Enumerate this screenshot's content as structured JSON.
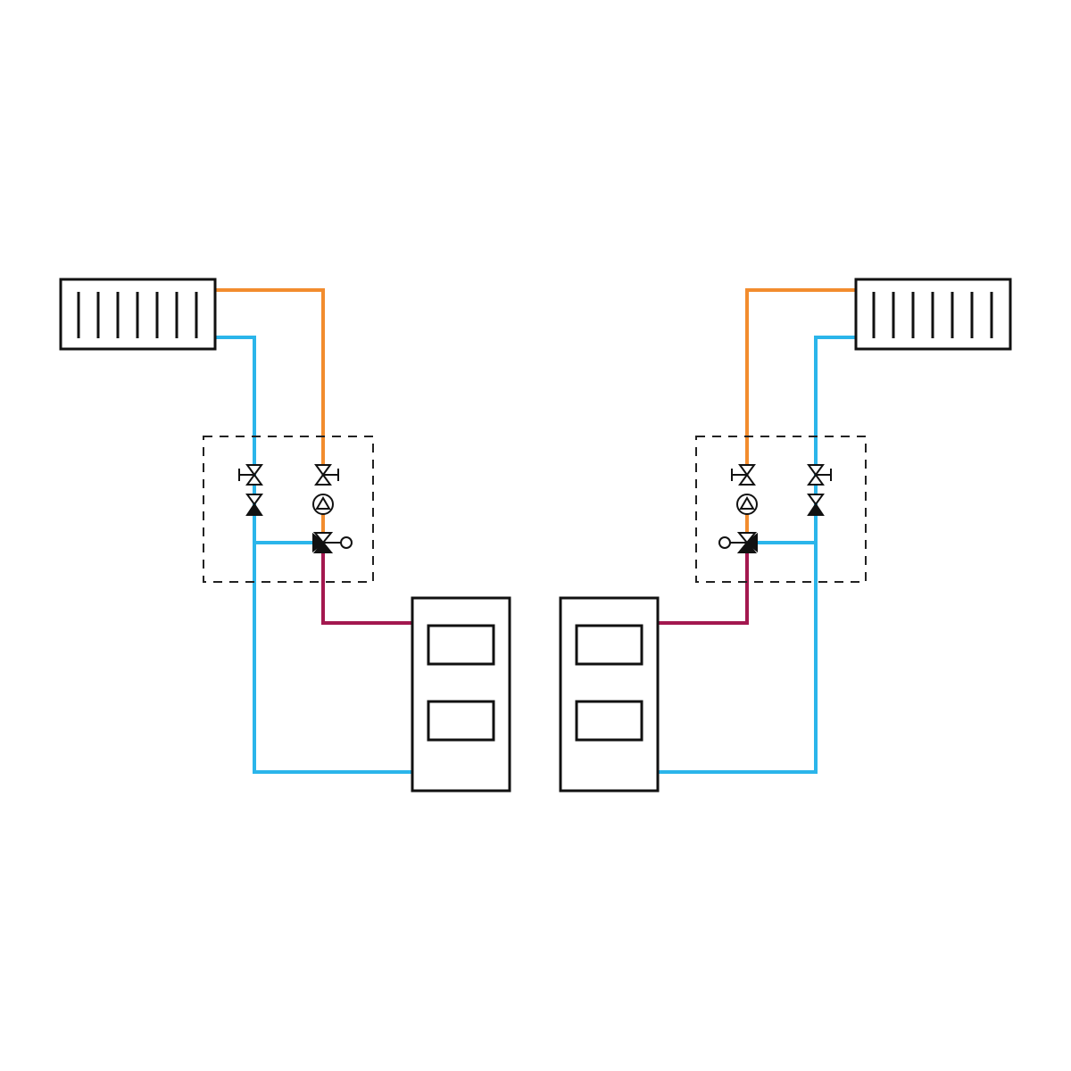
{
  "diagram": {
    "type": "hydronic-heating-schematic",
    "colors": {
      "background": "#ffffff",
      "outline": "#111111",
      "supply_hot": "#f28c2e",
      "return_cold": "#2bb5ea",
      "primary_supply": "#a3184f"
    },
    "circuits": [
      {
        "id": "left",
        "components": [
          "radiator",
          "pump-group",
          "mixing-valve",
          "boiler"
        ],
        "icons": [
          "radiator-icon",
          "shutoff-valve-icon",
          "check-valve-icon",
          "circulation-pump-icon",
          "three-way-mixing-valve-icon",
          "actuator-icon",
          "boiler-icon"
        ]
      },
      {
        "id": "right",
        "components": [
          "radiator",
          "pump-group",
          "mixing-valve",
          "boiler"
        ],
        "icons": [
          "radiator-icon",
          "shutoff-valve-icon",
          "check-valve-icon",
          "circulation-pump-icon",
          "three-way-mixing-valve-icon",
          "actuator-icon",
          "boiler-icon"
        ]
      }
    ]
  }
}
